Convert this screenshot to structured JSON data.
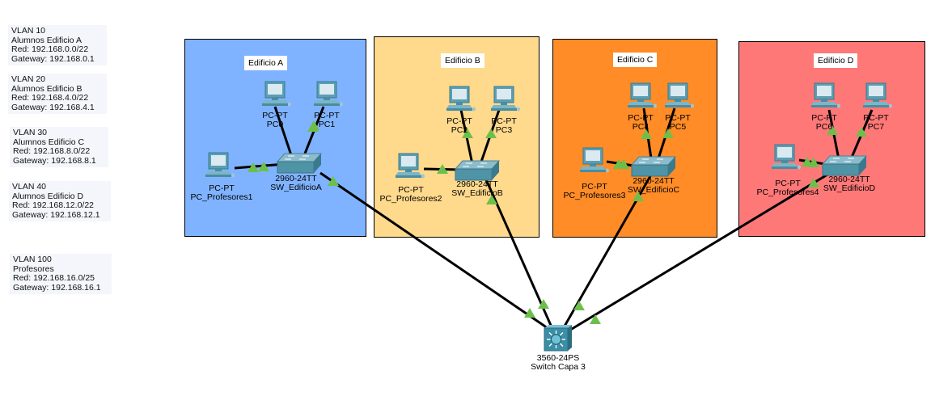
{
  "vlan_notes": [
    {
      "vlan": "VLAN 10",
      "name": "Alumnos Edificio A",
      "network": "Red: 192.168.0.0/22",
      "gateway": "Gateway: 192.168.0.1"
    },
    {
      "vlan": "VLAN 20",
      "name": "Alumnos Edificio B",
      "network": "Red: 192.168.4.0/22",
      "gateway": "Gateway: 192.168.4.1"
    },
    {
      "vlan": "VLAN 30",
      "name": "Alumnos Edificio C",
      "network": "Red: 192.168.8.0/22",
      "gateway": "Gateway: 192.168.8.1"
    },
    {
      "vlan": "VLAN 40",
      "name": "Alumnos Edificio D",
      "network": "Red: 192.168.12.0/22",
      "gateway": "Gateway: 192.168.12.1"
    },
    {
      "vlan": "VLAN 100",
      "name": "Profesores",
      "network": "Red: 192.168.16.0/25",
      "gateway": "Gateway: 192.168.16.1"
    }
  ],
  "areas": [
    {
      "label": "Edificio A",
      "color": "#80b3ff"
    },
    {
      "label": "Edificio B",
      "color": "#ffd98c"
    },
    {
      "label": "Edificio C",
      "color": "#ff8c26"
    },
    {
      "label": "Edificio D",
      "color": "#ff7878"
    }
  ],
  "devices": {
    "pc0": {
      "model": "PC-PT",
      "name": "PC0"
    },
    "pc1": {
      "model": "PC-PT",
      "name": "PC1"
    },
    "pcp1": {
      "model": "PC-PT",
      "name": "PC_Profesores1"
    },
    "swa": {
      "model": "2960-24TT",
      "name": "SW_EdificioA"
    },
    "pc2": {
      "model": "PC-PT",
      "name": "PC2"
    },
    "pc3": {
      "model": "PC-PT",
      "name": "PC3"
    },
    "pcp2": {
      "model": "PC-PT",
      "name": "PC_Profesores2"
    },
    "swb": {
      "model": "2960-24TT",
      "name": "SW_EdificioB"
    },
    "pc4": {
      "model": "PC-PT",
      "name": "PC4"
    },
    "pc5": {
      "model": "PC-PT",
      "name": "PC5"
    },
    "pcp3": {
      "model": "PC-PT",
      "name": "PC_Profesores3"
    },
    "swc": {
      "model": "2960-24TT",
      "name": "SW_EdificioC"
    },
    "pc6": {
      "model": "PC-PT",
      "name": "PC6"
    },
    "pc7": {
      "model": "PC-PT",
      "name": "PC7"
    },
    "pcp4": {
      "model": "PC-PT",
      "name": "PC_Profesores4"
    },
    "swd": {
      "model": "2960-24TT",
      "name": "SW_EdificioD"
    },
    "l3": {
      "model": "3560-24PS",
      "name": "Switch Capa 3"
    }
  },
  "link_status_color": "#6cc04a"
}
